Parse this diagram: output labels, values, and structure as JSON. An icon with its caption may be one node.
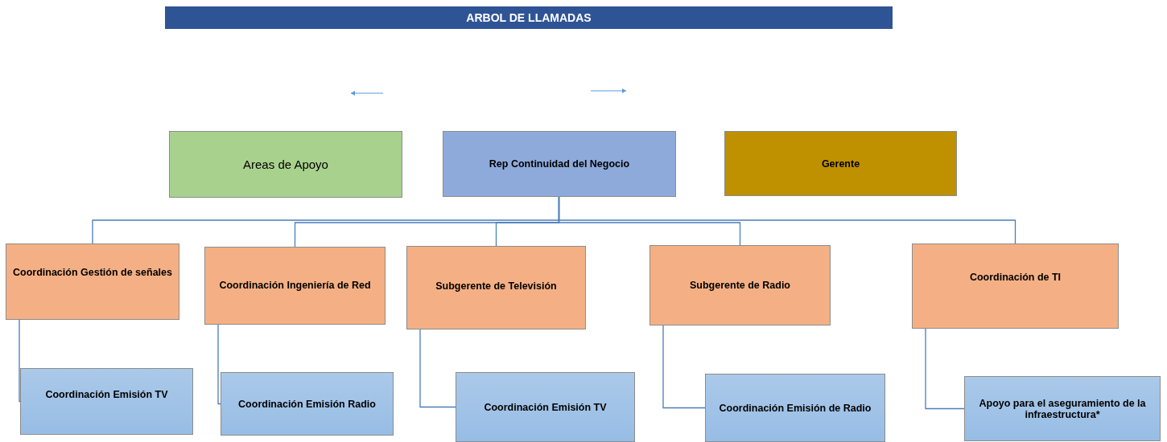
{
  "diagram": {
    "title": "ARBOL DE LLAMADAS",
    "nodes": [
      {
        "text": [
          "Areas de Apoyo"
        ]
      },
      {
        "text": [
          "Rep Continuidad del Negocio"
        ]
      },
      {
        "text": [
          "Gerente"
        ]
      },
      {
        "text": [
          "Coordinación Gestión de señales"
        ]
      },
      {
        "text": [
          "Coordinación Ingeniería de Red"
        ]
      },
      {
        "text": [
          "Subgerente de Televisión"
        ]
      },
      {
        "text": [
          "Subgerente de Radio"
        ]
      },
      {
        "text": [
          "Coordinación de TI"
        ]
      },
      {
        "text": [
          "Coordinación Emisión TV"
        ]
      },
      {
        "text": [
          "Coordinación Emisión Radio"
        ]
      },
      {
        "text": [
          "Coordinación Emisión TV"
        ]
      },
      {
        "text": [
          "Coordinación Emisión de Radio"
        ]
      },
      {
        "text": [
          "Apoyo para el aseguramiento de la infraestructura*"
        ]
      }
    ],
    "edges": [
      {
        "from": 1,
        "to": 3,
        "arrow": "none"
      },
      {
        "from": 1,
        "to": 4,
        "arrow": "none"
      },
      {
        "from": 1,
        "to": 5,
        "arrow": "none"
      },
      {
        "from": 1,
        "to": 6,
        "arrow": "none"
      },
      {
        "from": 1,
        "to": 7,
        "arrow": "none"
      },
      {
        "from": 3,
        "to": 8,
        "arrow": "none"
      },
      {
        "from": 4,
        "to": 9,
        "arrow": "none"
      },
      {
        "from": 5,
        "to": 10,
        "arrow": "none"
      },
      {
        "from": 6,
        "to": 11,
        "arrow": "none"
      },
      {
        "from": 7,
        "to": 12,
        "arrow": "none"
      }
    ]
  }
}
